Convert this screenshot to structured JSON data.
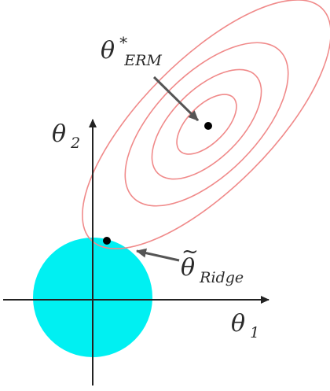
{
  "diagram": {
    "axes": {
      "y_axis": {
        "symbol": "θ",
        "subscript": "2"
      },
      "x_axis": {
        "symbol": "θ",
        "subscript": "1"
      }
    },
    "erm_point": {
      "symbol": "θ",
      "superscript": "*",
      "subscript": "ERM"
    },
    "ridge_point": {
      "symbol": "θ",
      "accent": "~",
      "subscript": "Ridge"
    },
    "colors": {
      "constraint_region": "#00f0f2",
      "contours": "#f08a8a",
      "axes": "#222222",
      "arrows": "#555555",
      "points": "#000000"
    },
    "contour_count": 4
  }
}
